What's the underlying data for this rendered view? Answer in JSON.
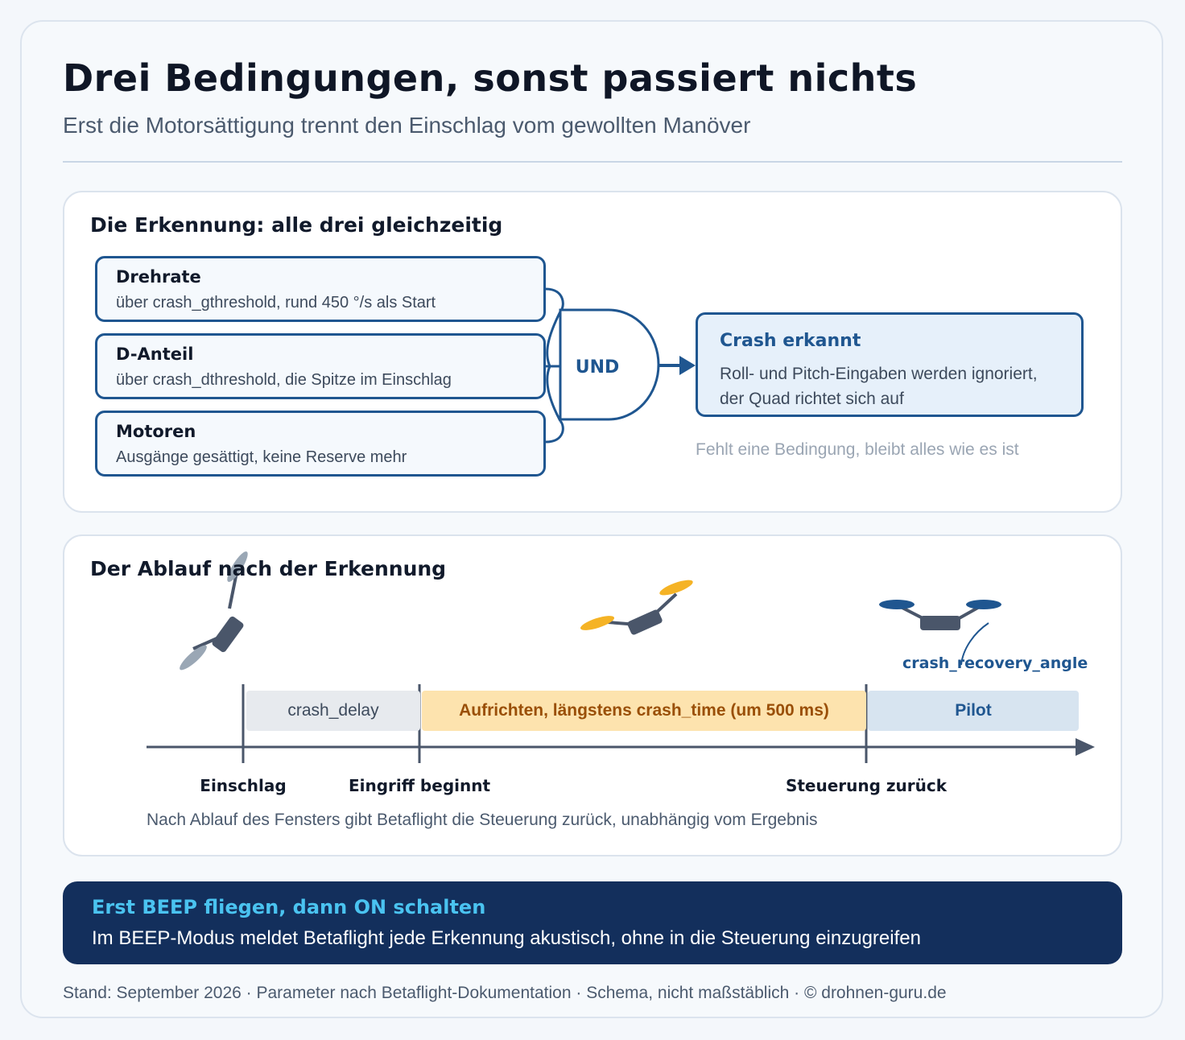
{
  "header": {
    "title": "Drei Bedingungen, sonst passiert nichts",
    "subtitle": "Erst die Motorsättigung trennt den Einschlag vom gewollten Manöver"
  },
  "detection": {
    "title": "Die Erkennung: alle drei gleichzeitig",
    "conditions": [
      {
        "name": "Drehrate",
        "desc": "über crash_gthreshold, rund 450 °/s als Start"
      },
      {
        "name": "D-Anteil",
        "desc": "über crash_dthreshold, die Spitze im Einschlag"
      },
      {
        "name": "Motoren",
        "desc": "Ausgänge gesättigt, keine Reserve mehr"
      }
    ],
    "gate_label": "UND",
    "result": {
      "title": "Crash erkannt",
      "desc": "Roll- und Pitch-Eingaben werden ignoriert, der Quad richtet sich auf"
    },
    "hint": "Fehlt eine Bedingung, bleibt alles wie es ist"
  },
  "timeline": {
    "title": "Der Ablauf nach der Erkennung",
    "phases": {
      "delay": "crash_delay",
      "recover": "Aufrichten, längstens crash_time (um 500 ms)",
      "pilot": "Pilot"
    },
    "ticks": {
      "impact": "Einschlag",
      "start": "Eingriff beginnt",
      "return": "Steuerung zurück"
    },
    "angle_label": "crash_recovery_angle",
    "note": "Nach Ablauf des Fensters gibt Betaflight die Steuerung zurück, unabhängig vom Ergebnis"
  },
  "banner": {
    "title": "Erst BEEP fliegen, dann ON schalten",
    "text": "Im BEEP-Modus meldet Betaflight jede Erkennung akustisch, ohne in die Steuerung einzugreifen"
  },
  "footer": "Stand: September 2026 · Parameter nach Betaflight-Dokumentation · Schema, nicht maßstäblich · © drohnen-guru.de",
  "colors": {
    "navy": "#1f5690",
    "dark": "#132f5c",
    "accent": "#4ac3f0",
    "orange": "#f5b325",
    "gray_prop": "#9aa7b5",
    "body": "#4a566a"
  }
}
